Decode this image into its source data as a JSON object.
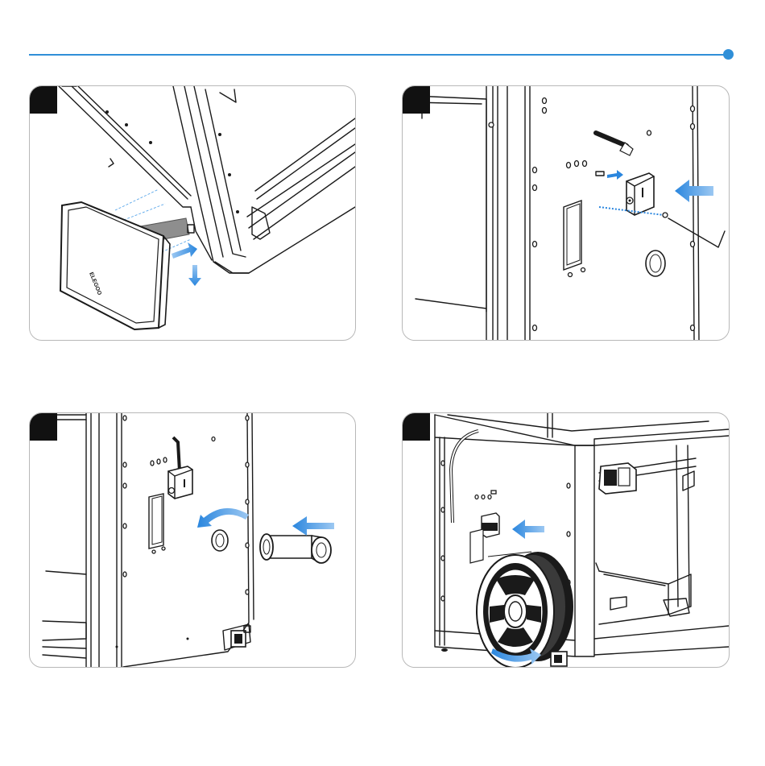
{
  "colors": {
    "accent": "#2f8fd8",
    "arrow": "#3b8fe0",
    "line": "#1a1a1a"
  },
  "screen_logo": "ELEGOO",
  "steps": [
    {
      "name": "detach-screen"
    },
    {
      "name": "mount-filament-sensor"
    },
    {
      "name": "insert-spool-holder"
    },
    {
      "name": "hang-spool"
    }
  ]
}
